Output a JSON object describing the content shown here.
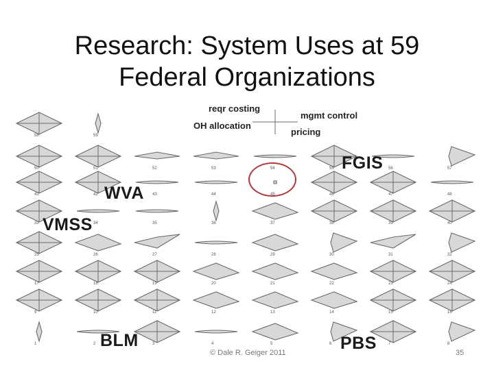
{
  "slide": {
    "title_line1": "Research: System Uses at 59",
    "title_line2": "Federal Organizations",
    "footer_credit": "© Dale R. Geiger 2011",
    "page_number": "35"
  },
  "legend": {
    "top": "reqr costing",
    "right": "mgmt control",
    "left": "OH allocation",
    "bottom": "pricing"
  },
  "highlight_color": "#b23a3a",
  "callouts": {
    "fgis": "FGIS",
    "wva": "WVA",
    "vmss": "VMSS",
    "blm": "BLM",
    "pbs": "PBS"
  },
  "grid": {
    "rows": [
      {
        "numbers": [
          "58",
          "59"
        ]
      },
      {
        "numbers": [
          "50",
          "51",
          "52",
          "53",
          "54",
          "55",
          "56",
          "57"
        ]
      },
      {
        "numbers": [
          "41",
          "42",
          "43",
          "44",
          "45",
          "46",
          "47",
          "48"
        ]
      },
      {
        "numbers": [
          "33",
          "34",
          "35",
          "36",
          "37",
          "38",
          "39",
          "40"
        ]
      },
      {
        "numbers": [
          "25",
          "26",
          "27",
          "28",
          "29",
          "30",
          "31",
          "32"
        ]
      },
      {
        "numbers": [
          "17",
          "18",
          "19",
          "20",
          "21",
          "22",
          "23",
          "24"
        ]
      },
      {
        "numbers": [
          "9",
          "10",
          "11",
          "12",
          "13",
          "14",
          "15",
          "16"
        ]
      },
      {
        "numbers": [
          "1",
          "2",
          "3",
          "4",
          "5",
          "6",
          "7",
          "8"
        ]
      }
    ]
  }
}
